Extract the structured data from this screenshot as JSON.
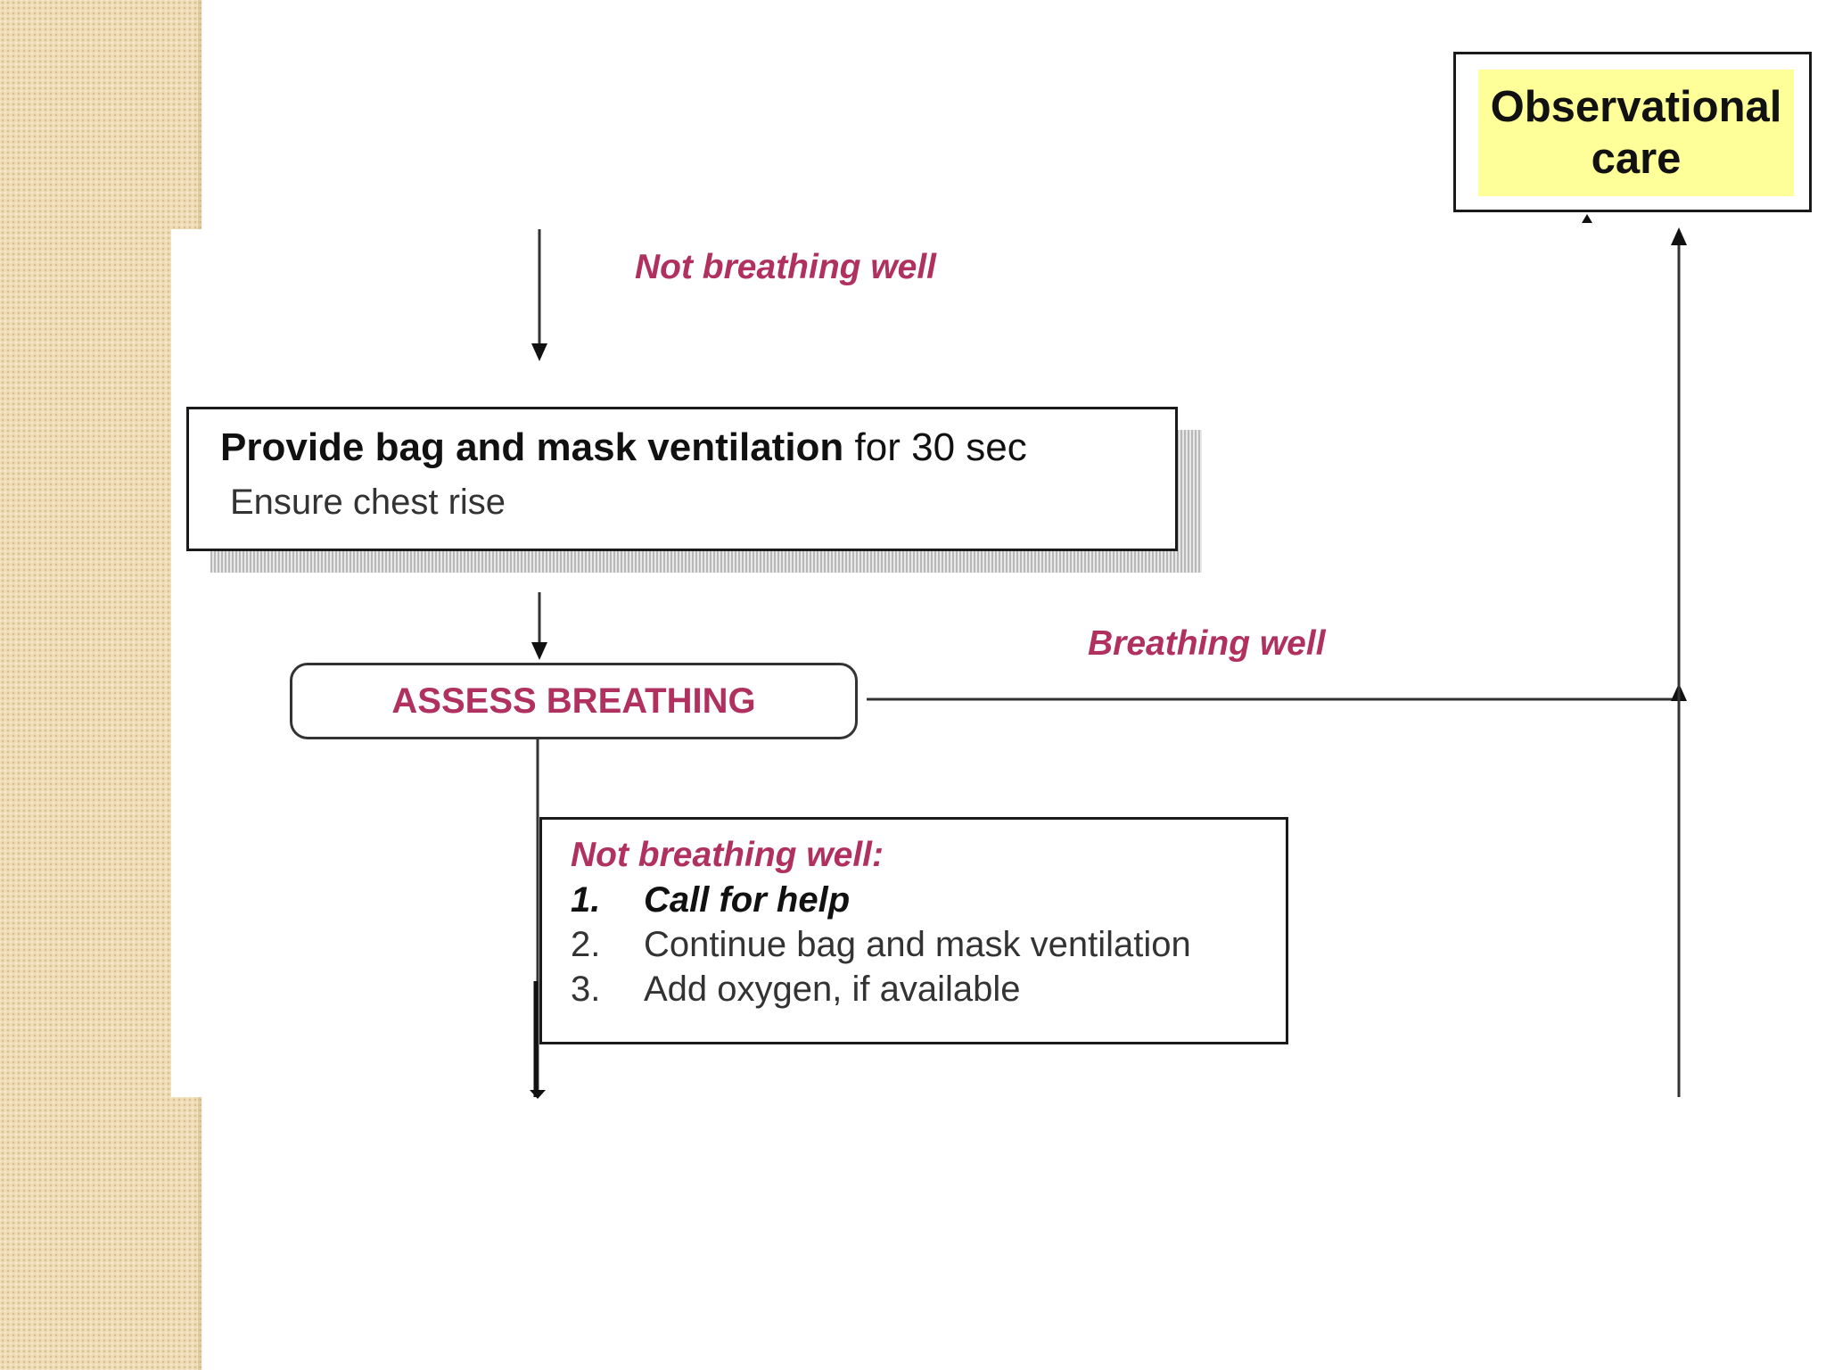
{
  "flowchart": {
    "observational_care": {
      "line1": "Observational",
      "line2": "care",
      "fill_color": "#ffff99"
    },
    "labels": {
      "not_breathing_top": "Not breathing well",
      "breathing_well": "Breathing well"
    },
    "ventilation": {
      "title_bold": "Provide bag and mask ventilation",
      "title_rest": " for 30 sec",
      "subtitle": "Ensure chest rise"
    },
    "assess": {
      "label": "ASSESS BREATHING"
    },
    "steps_box": {
      "heading": "Not breathing well:",
      "items": [
        {
          "number": "1.",
          "text": "Call for help"
        },
        {
          "number": "2.",
          "text": "Continue bag and mask ventilation"
        },
        {
          "number": "3.",
          "text": "Add oxygen, if available"
        }
      ]
    },
    "accent_color": "#b0305e"
  }
}
